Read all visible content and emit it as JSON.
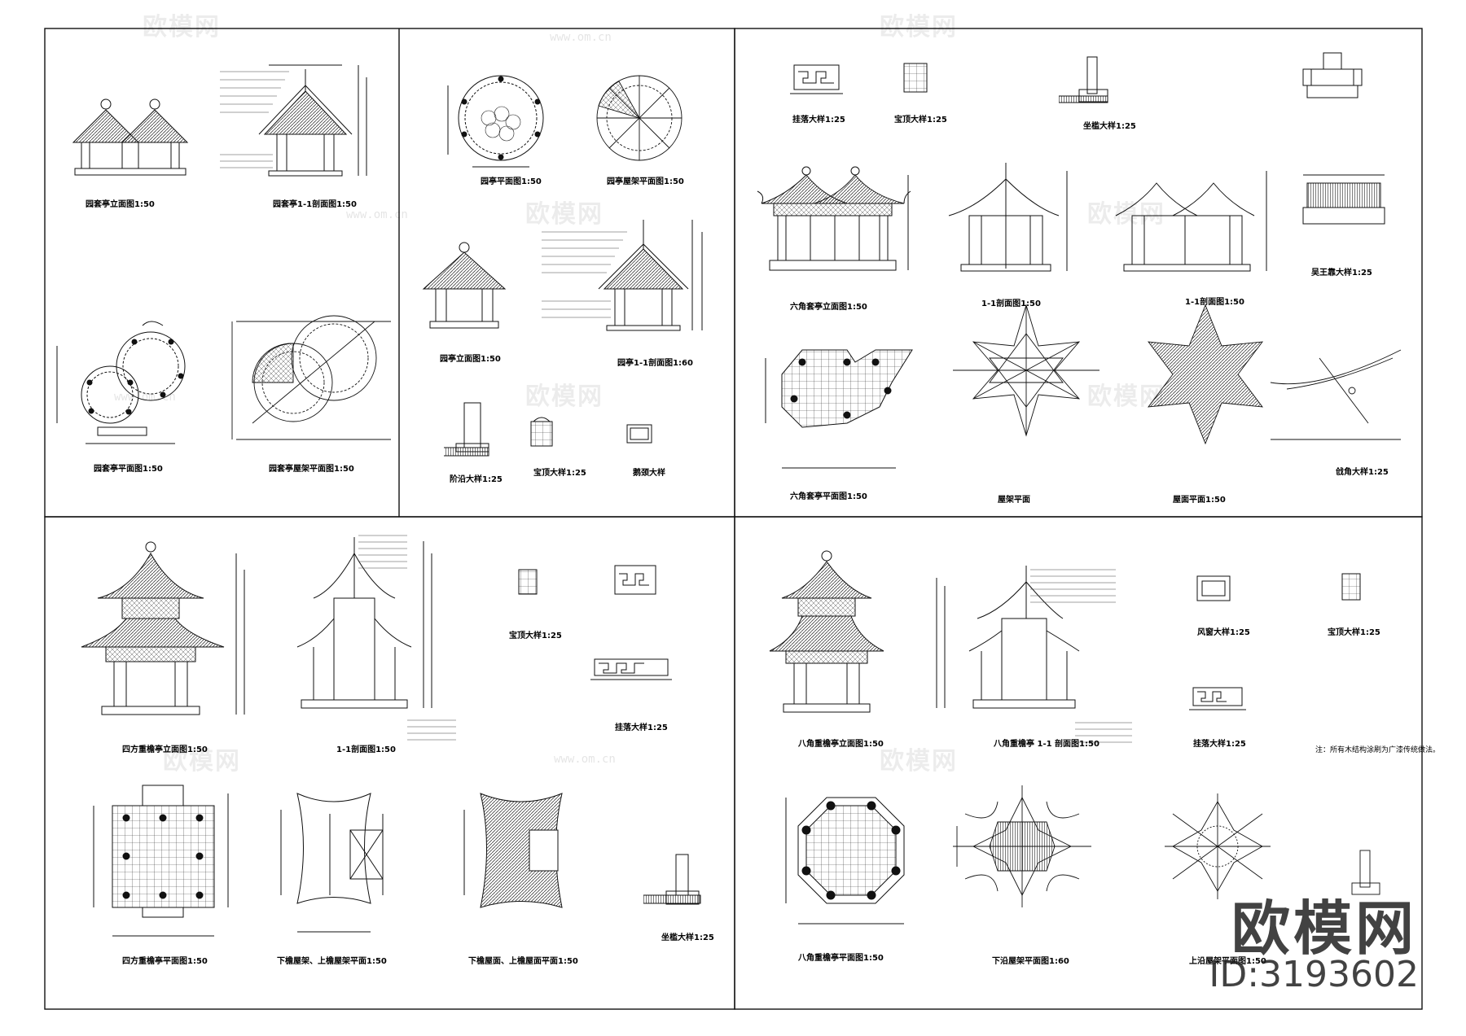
{
  "watermark": {
    "brand": "欧模网",
    "url": "www.om.cn",
    "id": "ID:3193602"
  },
  "note": "注：所有木结构涂刷为广漆传统做法。",
  "captions": {
    "p1_elev": "园套亭立面图1:50",
    "p1_sect": "园套亭1-1剖面图1:50",
    "p1_plan": "园套亭平面图1:50",
    "p1_roof": "园套亭屋架平面图1:50",
    "p2_plan": "园亭平面图1:50",
    "p2_roof": "园亭屋架平面图1:50",
    "p2_elev": "园亭立面图1:50",
    "p2_sect": "园亭1-1剖面图1:60",
    "p2_step": "阶沿大样1:25",
    "p2_top": "宝顶大样1:25",
    "p2_bench": "鹅颈大样",
    "p3_hang": "挂落大样1:25",
    "p3_top": "宝顶大样1:25",
    "p3_seat": "坐槛大样1:25",
    "p3_rail": "吴王靠大样1:25",
    "p3_elev": "六角套亭立面图1:50",
    "p3_sect1": "1-1剖面图1:50",
    "p3_sect2": "1-1剖面图1:50",
    "p3_plan": "六角套亭平面图1:50",
    "p3_frame": "屋架平面",
    "p3_roof": "屋面平面1:50",
    "p3_corner": "戗角大样1:25",
    "p4_elev": "四方重檐亭立面图1:50",
    "p4_sect": "1-1剖面图1:50",
    "p4_top": "宝顶大样1:25",
    "p4_hang": "挂落大样1:25",
    "p4_plan": "四方重檐亭平面图1:50",
    "p4_frame": "下檐屋架、上檐屋架平面1:50",
    "p4_roof": "下檐屋面、上檐屋面平面1:50",
    "p4_seat": "坐槛大样1:25",
    "p5_elev": "八角重檐亭立面图1:50",
    "p5_sect": "八角重檐亭 1-1 剖面图1:50",
    "p5_window": "风窗大样1:25",
    "p5_top": "宝顶大样1:25",
    "p5_hang": "挂落大样1:25",
    "p5_plan": "八角重檐亭平面图1:50",
    "p5_lower": "下沿屋架平面图1:60",
    "p5_upper": "上沿屋架平面图1:50"
  },
  "colors": {
    "line": "#1a1a1a",
    "paper": "#ffffff"
  }
}
